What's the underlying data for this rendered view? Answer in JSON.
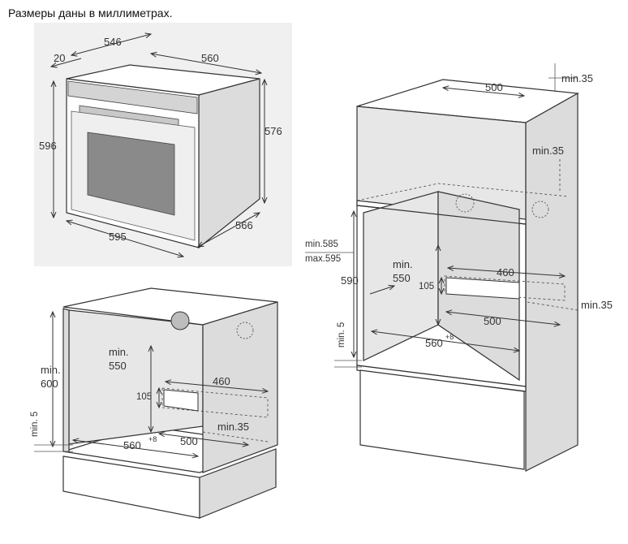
{
  "caption": "Размеры даны в миллиметрах.",
  "oven": {
    "dim_depth_total": "546",
    "dim_door": "20",
    "dim_depth_top": "560",
    "dim_height_body": "576",
    "dim_height_front": "596",
    "dim_width_front": "595",
    "dim_depth_side": "566"
  },
  "under_counter": {
    "height_min_label": "min.",
    "height_min_value": "600",
    "inner_label_min": "min.",
    "inner_label_value": "550",
    "opening_width": "460",
    "opening_height": "105",
    "base_min": "min. 5",
    "depth_min": "min.35",
    "depth_500": "500",
    "width_560": "560",
    "width_560_sup": "+8"
  },
  "column": {
    "top_500": "500",
    "top_min35": "min.35",
    "rear_min35": "min.35",
    "niche_min": "min.585",
    "niche_max": "max.595",
    "height_590": "590",
    "inner_min_label": "min.",
    "inner_min_value": "550",
    "opening_width": "460",
    "opening_height": "105",
    "right_min35": "min.35",
    "depth_500": "500",
    "width_560": "560",
    "width_560_sup": "+8",
    "base_min": "min. 5"
  }
}
